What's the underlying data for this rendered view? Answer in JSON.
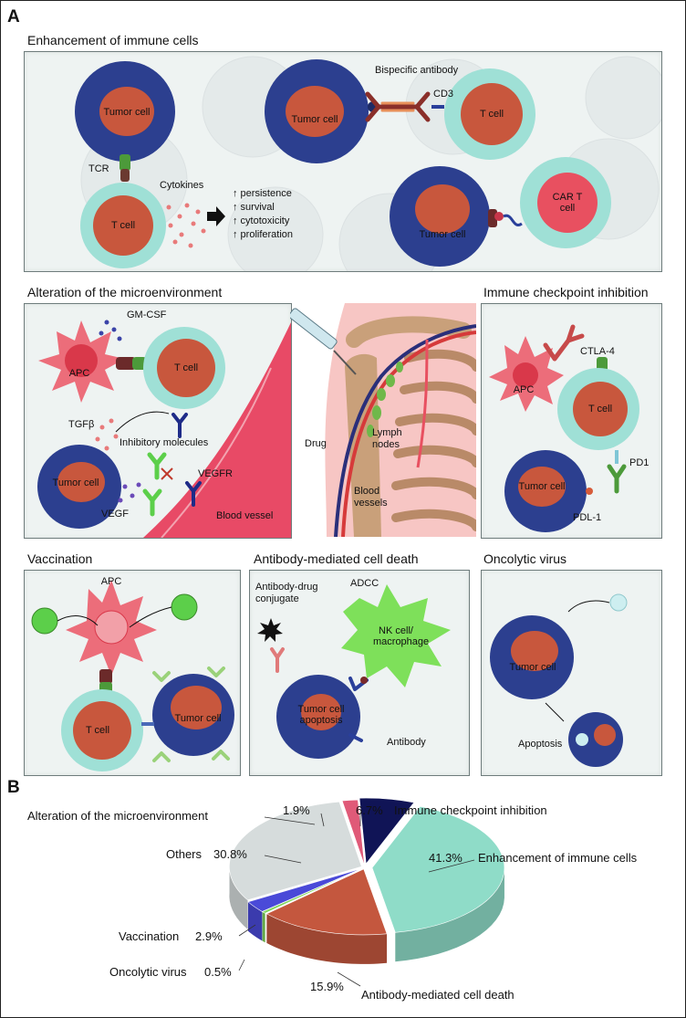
{
  "panel_a": {
    "letter": "A",
    "sections": {
      "enhancement": {
        "title": "Enhancement of immune cells",
        "tumor_cell_1": "Tumor cell",
        "tumor_cell_2": "Tumor cell",
        "tumor_cell_3": "Tumor cell",
        "t_cell_1": "T cell",
        "t_cell_2": "T cell",
        "car_t_cell": "CAR T cell",
        "tcr": "TCR",
        "cytokines": "Cytokines",
        "bispecific": "Bispecific antibody",
        "cd3": "CD3",
        "effects": [
          "↑ persistence",
          "↑ survival",
          "↑ cytotoxicity",
          "↑ proliferation"
        ]
      },
      "microenvironment": {
        "title": "Alteration of the microenvironment",
        "gm_csf": "GM-CSF",
        "apc": "APC",
        "t_cell": "T cell",
        "tgfb": "TGFβ",
        "inhibitory": "Inhibitory molecules",
        "tumor_cell": "Tumor cell",
        "vegf": "VEGF",
        "vegfr": "VEGFR",
        "blood_vessel": "Blood vessel"
      },
      "anatomy": {
        "drug": "Drug",
        "lymph_nodes": "Lymph nodes",
        "blood_vessels": "Blood vessels"
      },
      "checkpoint": {
        "title": "Immune checkpoint inhibition",
        "ctla4": "CTLA-4",
        "apc": "APC",
        "t_cell": "T cell",
        "pd1": "PD1",
        "tumor_cell": "Tumor cell",
        "pdl1": "PDL-1"
      },
      "vaccination": {
        "title": "Vaccination",
        "apc": "APC",
        "t_cell": "T cell",
        "tumor_cell": "Tumor cell"
      },
      "antibody": {
        "title": "Antibody-mediated cell death",
        "adc": "Antibody-drug conjugate",
        "adcc": "ADCC",
        "nk": "NK cell/ macrophage",
        "tumor_apoptosis": "Tumor cell apoptosis",
        "antibody": "Antibody"
      },
      "oncolytic": {
        "title": "Oncolytic virus",
        "tumor_cell": "Tumor cell",
        "apoptosis": "Apoptosis"
      }
    }
  },
  "panel_b": {
    "letter": "B",
    "colors": {
      "enhancement": "#8fdcc8",
      "antibody": "#c4573e",
      "oncolytic": "#7fd65b",
      "vaccination": "#4a4ad8",
      "others": "#d6dcdc",
      "microenvironment": "#e05a78",
      "checkpoint": "#101456"
    }
  },
  "chart_data": {
    "type": "pie",
    "title": "",
    "labels": [
      "Immune checkpoint inhibition",
      "Enhancement of immune cells",
      "Antibody-mediated cell death",
      "Oncolytic virus",
      "Vaccination",
      "Others",
      "Alteration of the microenvironment"
    ],
    "values": [
      6.7,
      41.3,
      15.9,
      0.5,
      2.9,
      30.8,
      1.9
    ],
    "value_labels": [
      "6.7%",
      "41.3%",
      "15.9%",
      "0.5%",
      "2.9%",
      "30.8%",
      "1.9%"
    ],
    "style": "3D exploded pie"
  }
}
